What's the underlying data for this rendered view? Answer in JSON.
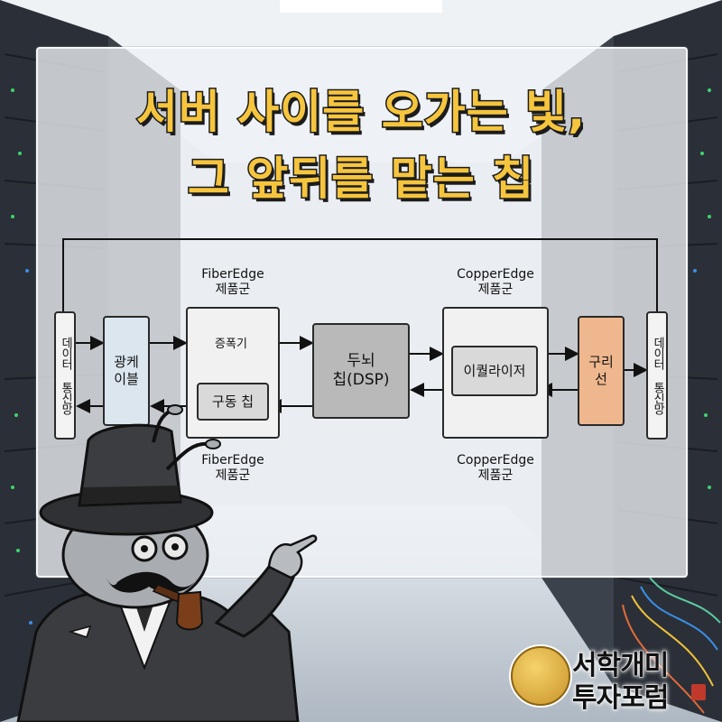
{
  "title": {
    "line1": "서버 사이를 오가는 빛,",
    "line2": "그 앞뒤를 맡는 칩"
  },
  "diagram": {
    "left_network": "데이터 통신망",
    "optical_cable": "광케이블",
    "fiberedge_top_name": "FiberEdge",
    "fiberedge_top_sub": "제품군",
    "amplifier": "증폭기",
    "driver": "구동 칩",
    "fiberedge_bottom_name": "FiberEdge",
    "fiberedge_bottom_sub": "제품군",
    "dsp_line1": "두뇌",
    "dsp_line2": "칩(DSP)",
    "copperedge_top_name": "CopperEdge",
    "copperedge_top_sub": "제품군",
    "equalizer": "이퀄라이저",
    "copperedge_bottom_name": "CopperEdge",
    "copperedge_bottom_sub": "제품군",
    "copper_line1": "구리",
    "copper_line2": "선",
    "right_network": "데이터 통신망"
  },
  "logo": {
    "line1": "서학개미",
    "line2": "투자포럼"
  },
  "colors": {
    "title_fill": "#f6c53e",
    "optical_box": "#dbe6ef",
    "dsp_box": "#b9b9b9",
    "copper_box": "#efb78e",
    "group_box": "#f1f1f1"
  }
}
